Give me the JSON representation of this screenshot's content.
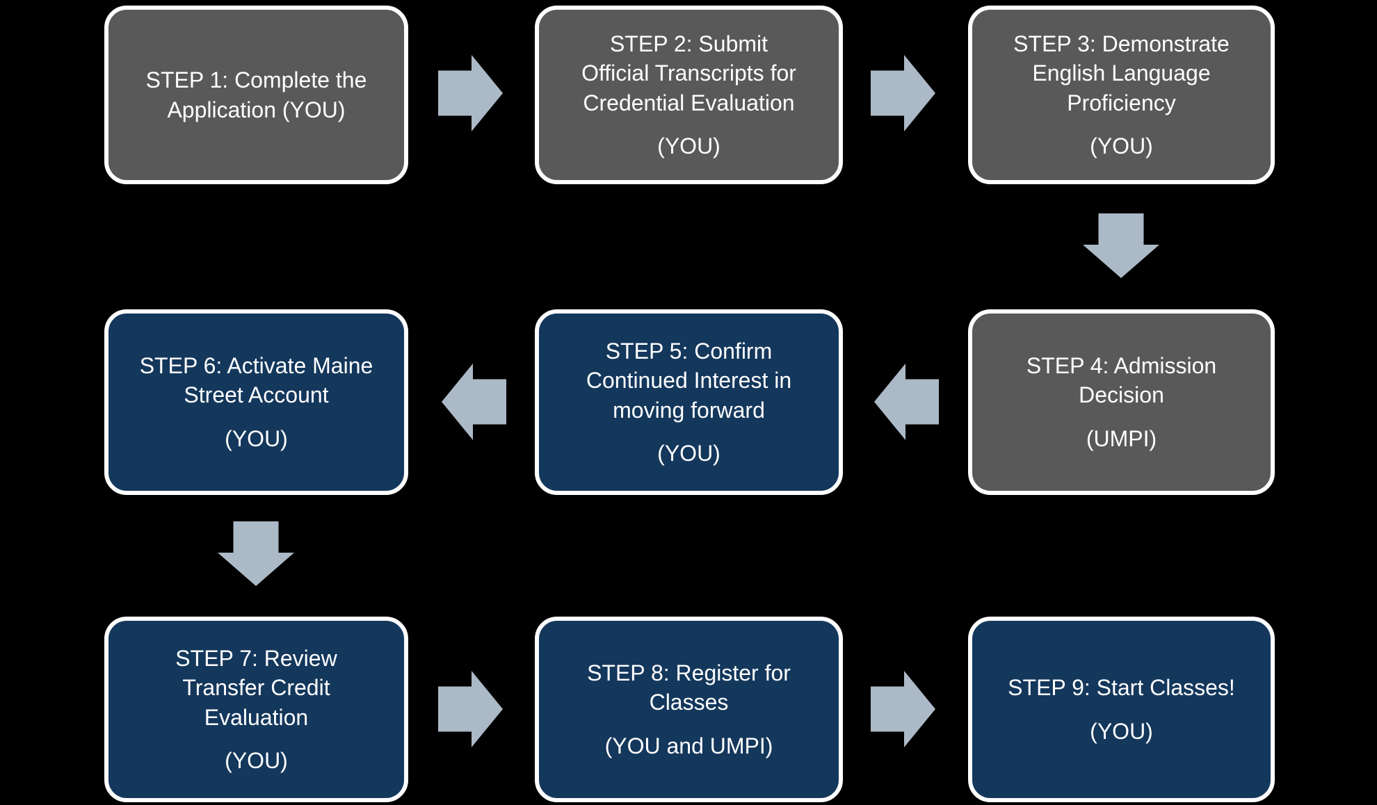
{
  "colors": {
    "background": "#000000",
    "box_gray": "#595959",
    "box_navy": "#14375C",
    "box_border": "#FFFFFF",
    "arrow": "#ACB9C6",
    "text": "#FFFFFF"
  },
  "steps": [
    {
      "id": 1,
      "label": "STEP 1: Complete the\nApplication (YOU)",
      "sub": "",
      "variant": "gray"
    },
    {
      "id": 2,
      "label": "STEP 2: Submit\nOfficial Transcripts for\nCredential Evaluation",
      "sub": "(YOU)",
      "variant": "gray"
    },
    {
      "id": 3,
      "label": "STEP 3: Demonstrate\nEnglish Language\nProficiency",
      "sub": "(YOU)",
      "variant": "gray"
    },
    {
      "id": 4,
      "label": "STEP 4: Admission\nDecision",
      "sub": "(UMPI)",
      "variant": "gray"
    },
    {
      "id": 5,
      "label": "STEP 5: Confirm\nContinued Interest in\nmoving forward",
      "sub": "(YOU)",
      "variant": "navy"
    },
    {
      "id": 6,
      "label": "STEP 6: Activate Maine\nStreet Account",
      "sub": "(YOU)",
      "variant": "navy"
    },
    {
      "id": 7,
      "label": "STEP 7: Review\nTransfer Credit\nEvaluation",
      "sub": "(YOU)",
      "variant": "navy"
    },
    {
      "id": 8,
      "label": "STEP 8: Register for\nClasses",
      "sub": "(YOU and UMPI)",
      "variant": "navy"
    },
    {
      "id": 9,
      "label": "STEP 9: Start Classes!",
      "sub": "(YOU)",
      "variant": "navy"
    }
  ],
  "arrows": [
    {
      "from": 1,
      "to": 2,
      "direction": "right"
    },
    {
      "from": 2,
      "to": 3,
      "direction": "right"
    },
    {
      "from": 3,
      "to": 4,
      "direction": "down"
    },
    {
      "from": 4,
      "to": 5,
      "direction": "left"
    },
    {
      "from": 5,
      "to": 6,
      "direction": "left"
    },
    {
      "from": 6,
      "to": 7,
      "direction": "down"
    },
    {
      "from": 7,
      "to": 8,
      "direction": "right"
    },
    {
      "from": 8,
      "to": 9,
      "direction": "right"
    }
  ]
}
